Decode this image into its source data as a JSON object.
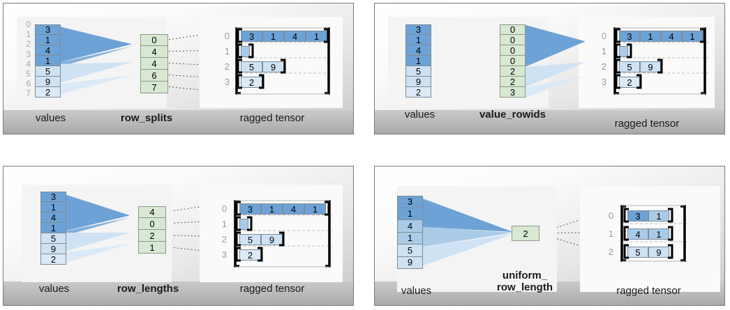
{
  "palette": {
    "blue_dark": "#6da2d6",
    "blue_mid": "#a9cbe8",
    "blue_light": "#cfe2f3",
    "blue_lighter": "#dceaf7",
    "green_box": "#d8e8d2",
    "fan_dark": "#6da2d6",
    "fan_light": "#cfe2f3",
    "bracket": "#000000",
    "index_gray": "#a8a8a8",
    "panel_border": "#7a7a7a"
  },
  "panels": [
    {
      "id": "row-splits",
      "values_caption": "values",
      "param_caption": "row_splits",
      "tensor_caption": "ragged tensor",
      "values": [
        3,
        1,
        4,
        1,
        5,
        9,
        2
      ],
      "value_shades": [
        "blue_dark",
        "blue_dark",
        "blue_dark",
        "blue_dark",
        "blue_light",
        "blue_light",
        "blue_lighter"
      ],
      "value_indices": [
        "0",
        "1",
        "2",
        "3",
        "4",
        "5",
        "6",
        "7"
      ],
      "show_value_indices": true,
      "param_values": [
        "0",
        "4",
        "4",
        "6",
        "7"
      ],
      "tensor_rows": [
        {
          "label": "0",
          "cells": [
            3,
            1,
            4,
            1
          ],
          "shade": "blue_dark"
        },
        {
          "label": "1",
          "cells": [],
          "shade": "blue_light"
        },
        {
          "label": "2",
          "cells": [
            5,
            9
          ],
          "shade": "blue_light"
        },
        {
          "label": "3",
          "cells": [
            2
          ],
          "shade": "blue_lighter"
        }
      ]
    },
    {
      "id": "value-rowids",
      "values_caption": "values",
      "param_caption": "value_rowids",
      "tensor_caption": "ragged tensor",
      "values": [
        3,
        1,
        4,
        1,
        5,
        9,
        2
      ],
      "value_shades": [
        "blue_dark",
        "blue_dark",
        "blue_dark",
        "blue_dark",
        "blue_light",
        "blue_light",
        "blue_lighter"
      ],
      "value_indices": [],
      "show_value_indices": false,
      "param_values": [
        "0",
        "0",
        "0",
        "0",
        "2",
        "2",
        "3"
      ],
      "tensor_rows": [
        {
          "label": "0",
          "cells": [
            3,
            1,
            4,
            1
          ],
          "shade": "blue_dark"
        },
        {
          "label": "1",
          "cells": [],
          "shade": "blue_light"
        },
        {
          "label": "2",
          "cells": [
            5,
            9
          ],
          "shade": "blue_light"
        },
        {
          "label": "3",
          "cells": [
            2
          ],
          "shade": "blue_lighter"
        }
      ]
    },
    {
      "id": "row-lengths",
      "values_caption": "values",
      "param_caption": "row_lengths",
      "tensor_caption": "ragged tensor",
      "values": [
        3,
        1,
        4,
        1,
        5,
        9,
        2
      ],
      "value_shades": [
        "blue_dark",
        "blue_dark",
        "blue_dark",
        "blue_dark",
        "blue_light",
        "blue_light",
        "blue_lighter"
      ],
      "value_indices": [],
      "show_value_indices": false,
      "param_values": [
        "4",
        "0",
        "2",
        "1"
      ],
      "tensor_rows": [
        {
          "label": "0",
          "cells": [
            3,
            1,
            4,
            1
          ],
          "shade": "blue_dark"
        },
        {
          "label": "1",
          "cells": [],
          "shade": "blue_light"
        },
        {
          "label": "2",
          "cells": [
            5,
            9
          ],
          "shade": "blue_light"
        },
        {
          "label": "3",
          "cells": [
            2
          ],
          "shade": "blue_lighter"
        }
      ]
    },
    {
      "id": "uniform-row-length",
      "values_caption": "values",
      "param_caption": "uniform_\nrow_length",
      "tensor_caption": "ragged tensor",
      "values": [
        3,
        1,
        4,
        1,
        5,
        9
      ],
      "value_shades": [
        "blue_dark",
        "blue_dark",
        "blue_mid",
        "blue_mid",
        "blue_light",
        "blue_light"
      ],
      "value_indices": [],
      "show_value_indices": false,
      "param_values": [
        "2"
      ],
      "tensor_rows": [
        {
          "label": "0",
          "cells": [
            3,
            1
          ],
          "shade": "blue_dark"
        },
        {
          "label": "1",
          "cells": [
            4,
            1
          ],
          "shade": "blue_mid"
        },
        {
          "label": "2",
          "cells": [
            5,
            9
          ],
          "shade": "blue_light"
        }
      ]
    }
  ]
}
